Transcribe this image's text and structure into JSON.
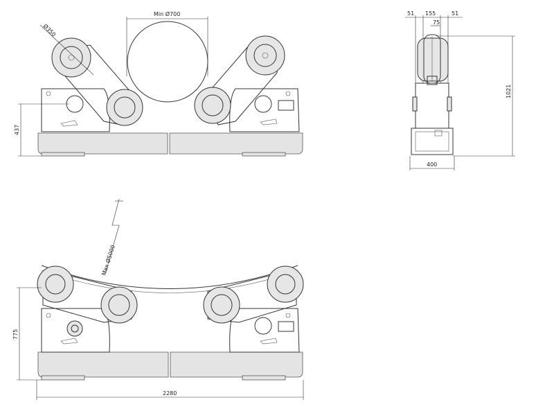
{
  "dimensions": {
    "min_diameter": "Min Ø700",
    "wheel_diameter": "Ø350",
    "height_top": "437",
    "side_left": "51",
    "side_mid": "155",
    "side_right": "51",
    "side_inner": "75",
    "side_height": "1021",
    "side_width": "400",
    "max_diameter": "Max Ø5000",
    "height_bottom": "775",
    "total_width": "2280"
  }
}
